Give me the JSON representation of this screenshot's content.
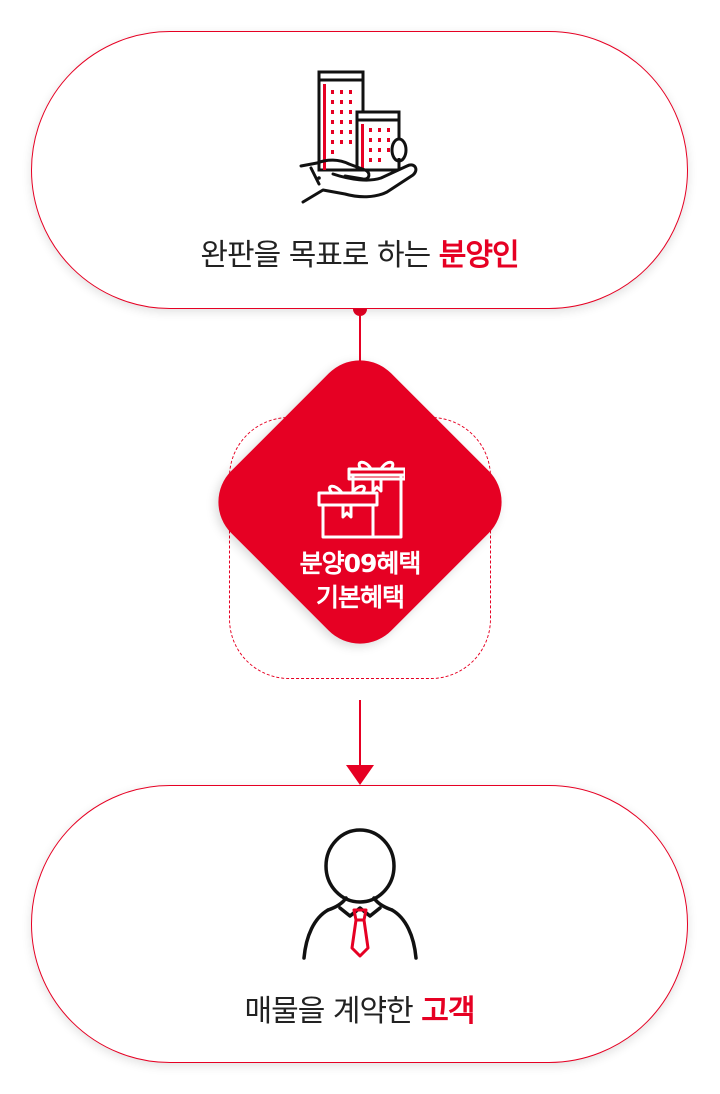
{
  "top_node": {
    "label_prefix": "완판을 목표로 하는 ",
    "label_accent": "분양인",
    "icon": "buildings-in-hand-icon"
  },
  "center_node": {
    "line1": "분양09혜택",
    "line2": "기본혜택",
    "icon": "gift-boxes-icon"
  },
  "bottom_node": {
    "label_prefix": "매물을 계약한 ",
    "label_accent": "고객",
    "icon": "person-with-tie-icon"
  },
  "colors": {
    "accent": "#e60023",
    "text": "#222222",
    "background": "#ffffff"
  }
}
